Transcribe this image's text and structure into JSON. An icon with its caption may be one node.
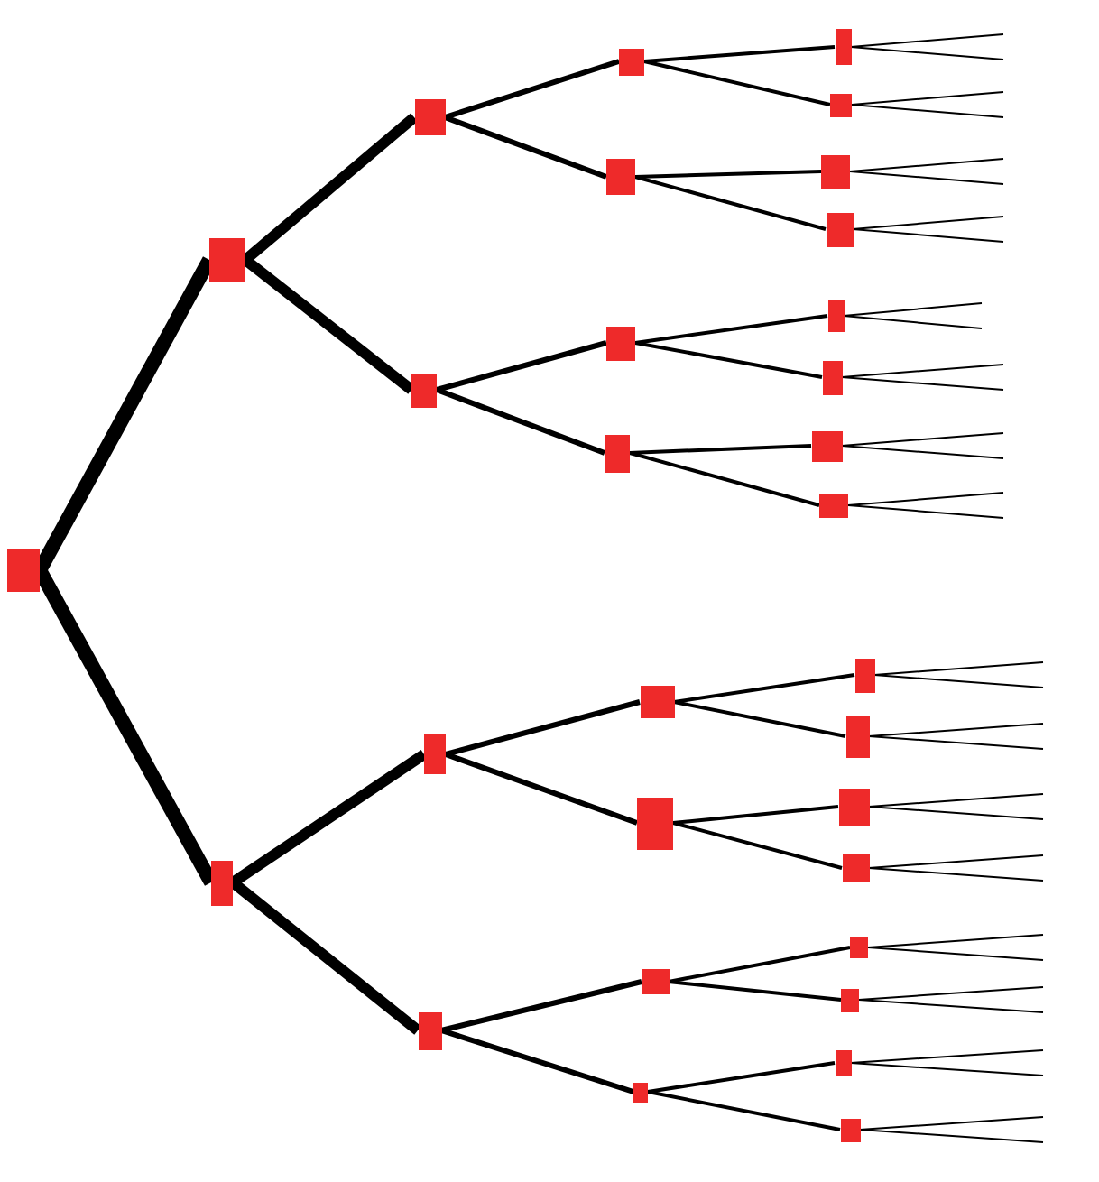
{
  "diagram": {
    "nodes": [
      {
        "text": [],
        "shape": "box"
      },
      {
        "text": [],
        "shape": "box"
      },
      {
        "text": [],
        "shape": "box"
      },
      {
        "text": [],
        "shape": "box"
      },
      {
        "text": [],
        "shape": "box"
      },
      {
        "text": [],
        "shape": "box"
      },
      {
        "text": [],
        "shape": "box"
      },
      {
        "text": [],
        "shape": "box"
      },
      {
        "text": [],
        "shape": "box"
      },
      {
        "text": [],
        "shape": "box"
      },
      {
        "text": [],
        "shape": "box"
      },
      {
        "text": [],
        "shape": "box"
      },
      {
        "text": [],
        "shape": "box"
      },
      {
        "text": [],
        "shape": "box"
      },
      {
        "text": [],
        "shape": "box"
      },
      {
        "text": [],
        "shape": "box"
      },
      {
        "text": [],
        "shape": "box"
      },
      {
        "text": [],
        "shape": "box"
      },
      {
        "text": [],
        "shape": "box"
      },
      {
        "text": [],
        "shape": "box"
      },
      {
        "text": [],
        "shape": "box"
      },
      {
        "text": [],
        "shape": "box"
      },
      {
        "text": [],
        "shape": "box"
      },
      {
        "text": [],
        "shape": "box"
      },
      {
        "text": [],
        "shape": "box"
      },
      {
        "text": [],
        "shape": "box"
      },
      {
        "text": [],
        "shape": "box"
      },
      {
        "text": [],
        "shape": "box"
      },
      {
        "text": [],
        "shape": "box"
      },
      {
        "text": [],
        "shape": "box"
      },
      {
        "text": [],
        "shape": "box"
      }
    ],
    "edges": [
      {
        "from": 0,
        "to": 1,
        "arrow": "none",
        "style": "thick"
      },
      {
        "from": 0,
        "to": 2,
        "arrow": "none",
        "style": "thick"
      },
      {
        "from": 1,
        "to": 3,
        "arrow": "none",
        "style": "thick"
      },
      {
        "from": 1,
        "to": 4,
        "arrow": "none",
        "style": "thick"
      },
      {
        "from": 2,
        "to": 5,
        "arrow": "none",
        "style": "thick"
      },
      {
        "from": 2,
        "to": 6,
        "arrow": "none",
        "style": "thick"
      },
      {
        "from": 3,
        "to": 7,
        "arrow": "none",
        "style": "thick"
      },
      {
        "from": 3,
        "to": 8,
        "arrow": "none",
        "style": "thick"
      },
      {
        "from": 4,
        "to": 9,
        "arrow": "none",
        "style": "thick"
      },
      {
        "from": 4,
        "to": 10,
        "arrow": "none",
        "style": "thick"
      },
      {
        "from": 5,
        "to": 11,
        "arrow": "none",
        "style": "thick"
      },
      {
        "from": 5,
        "to": 12,
        "arrow": "none",
        "style": "thick"
      },
      {
        "from": 6,
        "to": 13,
        "arrow": "none",
        "style": "thick"
      },
      {
        "from": 6,
        "to": 14,
        "arrow": "none",
        "style": "thick"
      },
      {
        "from": 7,
        "to": 15,
        "arrow": "none"
      },
      {
        "from": 7,
        "to": 16,
        "arrow": "none"
      },
      {
        "from": 8,
        "to": 17,
        "arrow": "none"
      },
      {
        "from": 8,
        "to": 18,
        "arrow": "none"
      },
      {
        "from": 9,
        "to": 19,
        "arrow": "none"
      },
      {
        "from": 9,
        "to": 20,
        "arrow": "none"
      },
      {
        "from": 10,
        "to": 21,
        "arrow": "none"
      },
      {
        "from": 10,
        "to": 22,
        "arrow": "none"
      },
      {
        "from": 11,
        "to": 23,
        "arrow": "none"
      },
      {
        "from": 11,
        "to": 24,
        "arrow": "none"
      },
      {
        "from": 12,
        "to": 25,
        "arrow": "none"
      },
      {
        "from": 12,
        "to": 26,
        "arrow": "none"
      },
      {
        "from": 13,
        "to": 27,
        "arrow": "none"
      },
      {
        "from": 13,
        "to": 28,
        "arrow": "none"
      },
      {
        "from": 14,
        "to": 29,
        "arrow": "none"
      },
      {
        "from": 14,
        "to": 30,
        "arrow": "none"
      },
      {
        "from": 15,
        "to": null,
        "arrow": "none"
      },
      {
        "from": 15,
        "to": null,
        "arrow": "none"
      },
      {
        "from": 16,
        "to": null,
        "arrow": "none"
      },
      {
        "from": 16,
        "to": null,
        "arrow": "none"
      },
      {
        "from": 17,
        "to": null,
        "arrow": "none"
      },
      {
        "from": 17,
        "to": null,
        "arrow": "none"
      },
      {
        "from": 18,
        "to": null,
        "arrow": "none"
      },
      {
        "from": 18,
        "to": null,
        "arrow": "none"
      },
      {
        "from": 19,
        "to": null,
        "arrow": "none"
      },
      {
        "from": 19,
        "to": null,
        "arrow": "none"
      },
      {
        "from": 20,
        "to": null,
        "arrow": "none"
      },
      {
        "from": 20,
        "to": null,
        "arrow": "none"
      },
      {
        "from": 21,
        "to": null,
        "arrow": "none"
      },
      {
        "from": 21,
        "to": null,
        "arrow": "none"
      },
      {
        "from": 22,
        "to": null,
        "arrow": "none"
      },
      {
        "from": 22,
        "to": null,
        "arrow": "none"
      },
      {
        "from": 23,
        "to": null,
        "arrow": "none"
      },
      {
        "from": 23,
        "to": null,
        "arrow": "none"
      },
      {
        "from": 24,
        "to": null,
        "arrow": "none"
      },
      {
        "from": 24,
        "to": null,
        "arrow": "none"
      },
      {
        "from": 25,
        "to": null,
        "arrow": "none"
      },
      {
        "from": 25,
        "to": null,
        "arrow": "none"
      },
      {
        "from": 26,
        "to": null,
        "arrow": "none"
      },
      {
        "from": 26,
        "to": null,
        "arrow": "none"
      },
      {
        "from": 27,
        "to": null,
        "arrow": "none"
      },
      {
        "from": 27,
        "to": null,
        "arrow": "none"
      },
      {
        "from": 28,
        "to": null,
        "arrow": "none"
      },
      {
        "from": 28,
        "to": null,
        "arrow": "none"
      },
      {
        "from": 29,
        "to": null,
        "arrow": "none"
      },
      {
        "from": 29,
        "to": null,
        "arrow": "none"
      },
      {
        "from": 30,
        "to": null,
        "arrow": "none"
      },
      {
        "from": 30,
        "to": null,
        "arrow": "none"
      }
    ]
  }
}
